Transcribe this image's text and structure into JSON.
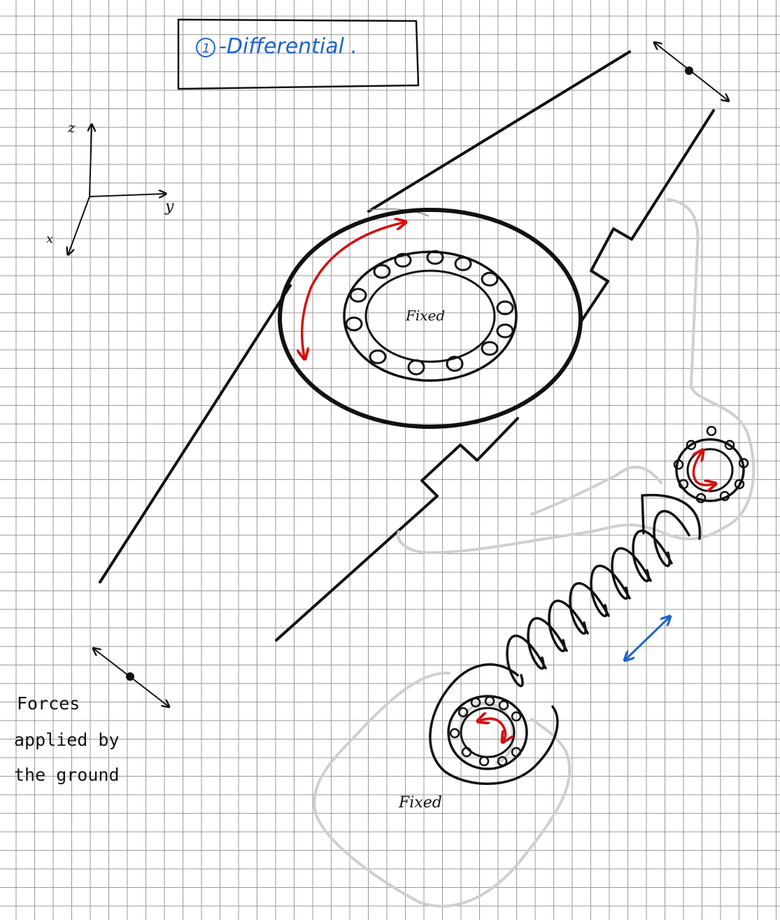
{
  "title": "1-Differential .",
  "title_number": "1",
  "title_text": "-Differential .",
  "axes": {
    "z": "z",
    "y": "y",
    "x": "x"
  },
  "labels": {
    "fixed_bearing": "Fixed",
    "fixed_base": "Fixed"
  },
  "forces_note": {
    "line1": "Forces",
    "line2": "applied by",
    "line3": "the ground"
  },
  "colors": {
    "ink": "#111111",
    "rotation_arrow": "#d41010",
    "spring_arrow": "#1f64c8",
    "fixed_outline": "#cfcfcf"
  }
}
